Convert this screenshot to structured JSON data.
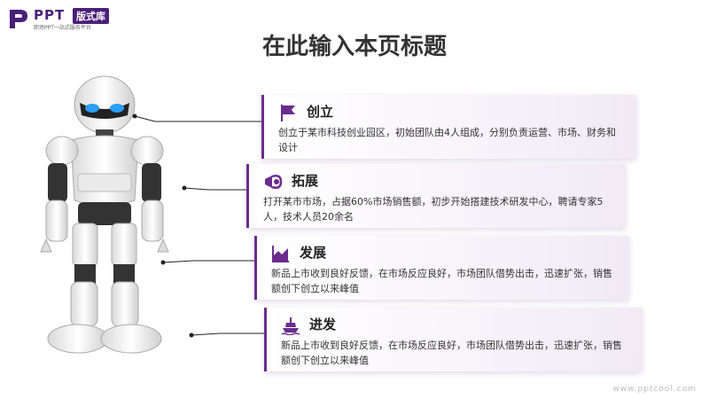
{
  "logo": {
    "brand": "PPT",
    "badge": "版式库",
    "slogan": "职场PPT一站式服务平台"
  },
  "page_title": "在此输入本页标题",
  "cards": [
    {
      "title": "创立",
      "desc": "创立于某市科技创业园区，初始团队由4人组成，分别负责运营、市场、财务和设计",
      "icon": "flag-icon"
    },
    {
      "title": "拓展",
      "desc": "打开某市市场，占据60%市场销售额，初步开始搭建技术研发中心，聘请专家5人，技术人员20余名",
      "icon": "megaphone-icon"
    },
    {
      "title": "发展",
      "desc": "新品上市收到良好反馈，在市场反应良好，市场团队借势出击，迅速扩张，销售额创下创立以来峰值",
      "icon": "area-chart-icon"
    },
    {
      "title": "进发",
      "desc": "新品上市收到良好反馈，在市场反应良好，市场团队借势出击，迅速扩张，销售额创下创立以来峰值",
      "icon": "ship-icon"
    }
  ],
  "footer": "www.pptcool.com",
  "colors": {
    "accent": "#6a2c8e",
    "brand": "#4b1e78",
    "robot_eye": "#2a9df4"
  }
}
